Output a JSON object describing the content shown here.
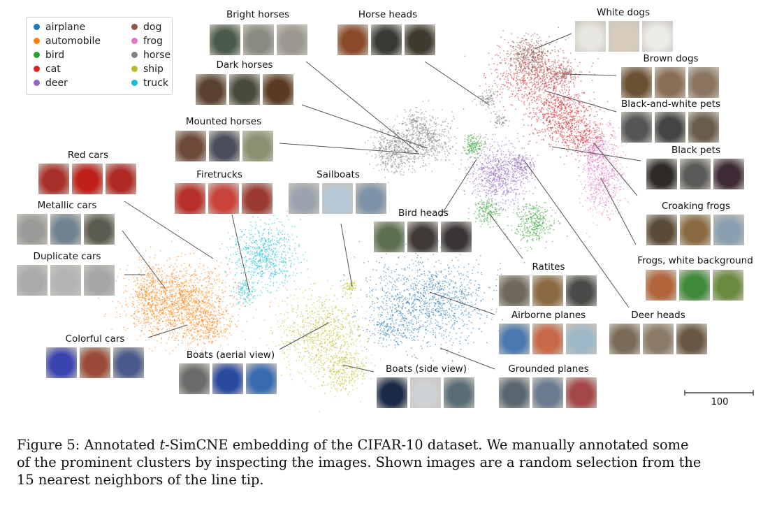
{
  "legend": {
    "items": [
      {
        "label": "airplane",
        "color": "#1f77b4"
      },
      {
        "label": "automobile",
        "color": "#ff7f0e"
      },
      {
        "label": "bird",
        "color": "#2ca02c"
      },
      {
        "label": "cat",
        "color": "#d62728"
      },
      {
        "label": "deer",
        "color": "#9467bd"
      },
      {
        "label": "dog",
        "color": "#8c564b"
      },
      {
        "label": "frog",
        "color": "#e377c2"
      },
      {
        "label": "horse",
        "color": "#7f7f7f"
      },
      {
        "label": "ship",
        "color": "#bcbd22"
      },
      {
        "label": "truck",
        "color": "#17becf"
      }
    ]
  },
  "annotations": [
    "Bright horses",
    "Horse heads",
    "White dogs",
    "Brown dogs",
    "Dark horses",
    "Black-and-white pets",
    "Mounted horses",
    "Black pets",
    "Red cars",
    "Firetrucks",
    "Sailboats",
    "Croaking frogs",
    "Metallic cars",
    "Bird heads",
    "Frogs, white background",
    "Duplicate cars",
    "Ratites",
    "Deer heads",
    "Airborne planes",
    "Colorful cars",
    "Boats (aerial view)",
    "Boats (side view)",
    "Grounded planes"
  ],
  "scalebar": {
    "label": "100"
  },
  "caption": {
    "line1_pre": "Figure 5: Annotated ",
    "line1_math": "t",
    "line1_post": "-SimCNE embedding of the CIFAR-10 dataset. We manually annotated some",
    "line2": "of the prominent clusters by inspecting the images. Shown images are a random selection from the",
    "line3": "15 nearest neighbors of the line tip."
  }
}
